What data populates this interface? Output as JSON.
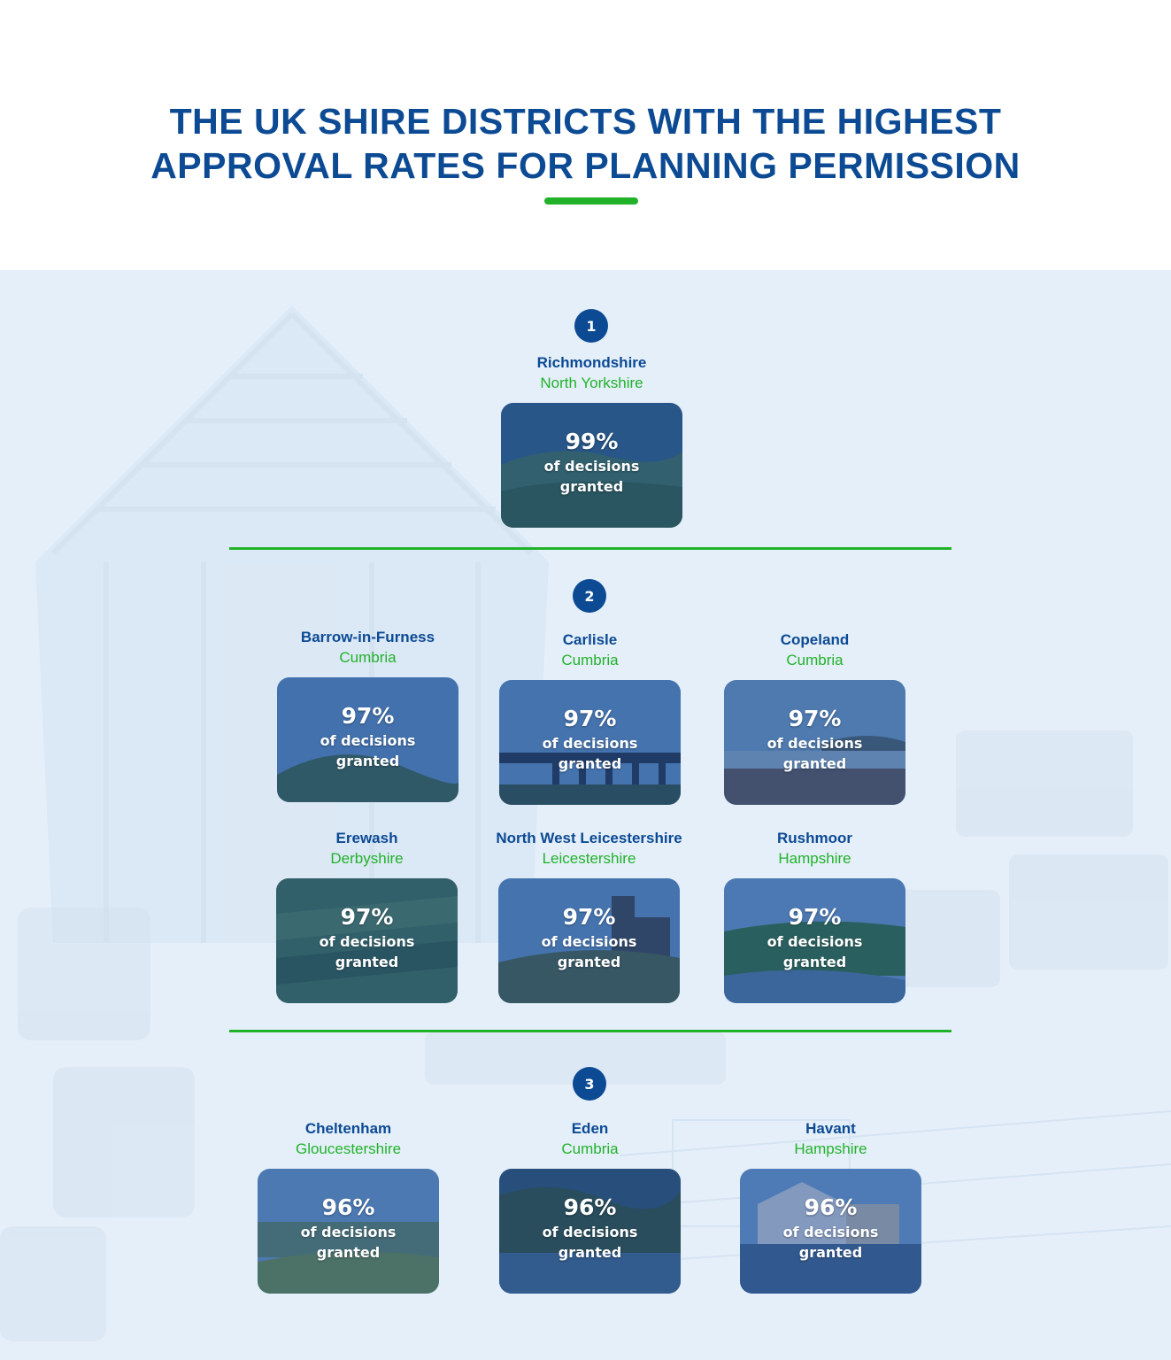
{
  "title": {
    "line1": "THE UK SHIRE DISTRICTS WITH THE HIGHEST",
    "line2": "APPROVAL RATES FOR PLANNING PERMISSION"
  },
  "colors": {
    "primary": "#0c4a94",
    "accent": "#22b22a",
    "background": "#e4eff9"
  },
  "ranks": [
    {
      "rank": "1",
      "districts": [
        {
          "name": "Richmondshire",
          "county": "North Yorkshire",
          "rate": "99%",
          "label1": "of decisions",
          "label2": "granted",
          "scene": "moorland-valley"
        }
      ]
    },
    {
      "rank": "2",
      "districts": [
        {
          "name": "Barrow-in-Furness",
          "county": "Cumbria",
          "rate": "97%",
          "label1": "of decisions",
          "label2": "granted",
          "scene": "coastal-hill"
        },
        {
          "name": "Carlisle",
          "county": "Cumbria",
          "rate": "97%",
          "label1": "of decisions",
          "label2": "granted",
          "scene": "viaduct"
        },
        {
          "name": "Copeland",
          "county": "Cumbria",
          "rate": "97%",
          "label1": "of decisions",
          "label2": "granted",
          "scene": "beach"
        },
        {
          "name": "Erewash",
          "county": "Derbyshire",
          "rate": "97%",
          "label1": "of decisions",
          "label2": "granted",
          "scene": "aerial-fields"
        },
        {
          "name": "North West Leicestershire",
          "county": "Leicestershire",
          "rate": "97%",
          "label1": "of decisions",
          "label2": "granted",
          "scene": "folly-ruin"
        },
        {
          "name": "Rushmoor",
          "county": "Hampshire",
          "rate": "97%",
          "label1": "of decisions",
          "label2": "granted",
          "scene": "river-meadow"
        }
      ]
    },
    {
      "rank": "3",
      "districts": [
        {
          "name": "Cheltenham",
          "county": "Gloucestershire",
          "rate": "96%",
          "label1": "of decisions",
          "label2": "granted",
          "scene": "hilltop-view"
        },
        {
          "name": "Eden",
          "county": "Cumbria",
          "rate": "96%",
          "label1": "of decisions",
          "label2": "granted",
          "scene": "river-woods"
        },
        {
          "name": "Havant",
          "county": "Hampshire",
          "rate": "96%",
          "label1": "of decisions",
          "label2": "granted",
          "scene": "harbour-cottages"
        }
      ]
    }
  ]
}
